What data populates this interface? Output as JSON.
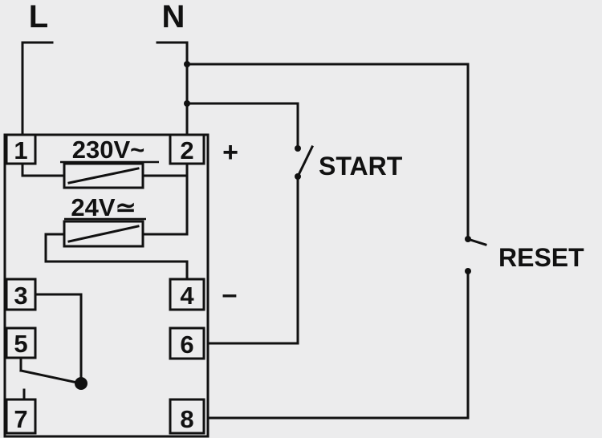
{
  "colors": {
    "background": "#ececed",
    "ink": "#111111"
  },
  "supply": {
    "line_label": "L",
    "neutral_label": "N"
  },
  "coil": {
    "ac_label": "230V~",
    "acdc_label": "24V≃"
  },
  "polarity": {
    "plus": "+",
    "minus": "–"
  },
  "terminals": [
    "1",
    "2",
    "3",
    "4",
    "5",
    "6",
    "7",
    "8"
  ],
  "switches": {
    "start_label": "START",
    "reset_label": "RESET"
  }
}
